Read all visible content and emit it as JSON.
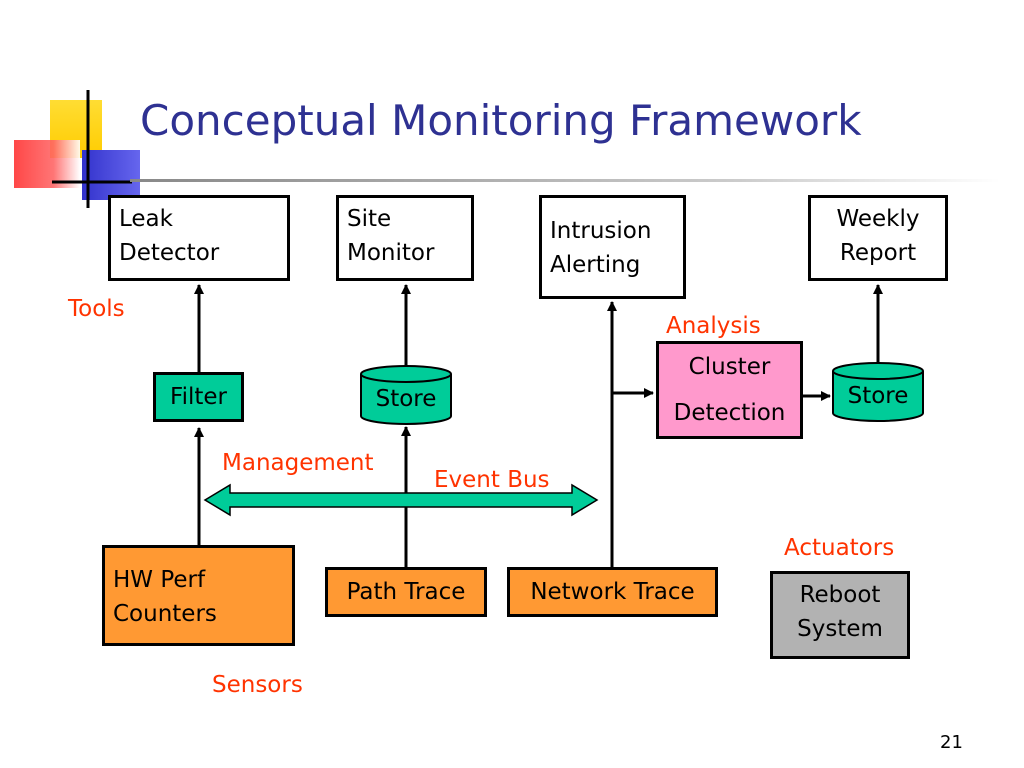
{
  "title": "Conceptual Monitoring Framework",
  "slide_number": "21",
  "tools": {
    "leak_detector": [
      "Leak",
      "Detector"
    ],
    "site_monitor": [
      "Site",
      "Monitor"
    ],
    "intrusion_alerting": [
      "Intrusion",
      "Alerting"
    ],
    "weekly_report": [
      "Weekly",
      "Report"
    ]
  },
  "management": {
    "filter": "Filter",
    "store_left": "Store",
    "cluster_detection": [
      "Cluster",
      "Detection"
    ],
    "store_right": "Store"
  },
  "sensors": {
    "hw_perf_counters": [
      "HW Perf",
      "Counters"
    ],
    "path_trace": "Path Trace",
    "network_trace": "Network Trace"
  },
  "actuators": {
    "reboot_system": [
      "Reboot",
      "System"
    ]
  },
  "labels": {
    "tools": "Tools",
    "analysis": "Analysis",
    "management": "Management",
    "event_bus": "Event Bus",
    "actuators": "Actuators",
    "sensors": "Sensors"
  },
  "colors": {
    "title": "#2E3192",
    "label": "#FF3300",
    "sensor_fill": "#FF9933",
    "store_fill": "#00CC99",
    "cluster_fill": "#FF99CC",
    "actuator_fill": "#B2B2B2",
    "bus_fill": "#00CC99",
    "accent_yellow": "#FFCC00",
    "accent_blue": "#3333CC",
    "accent_red": "#FF3333"
  }
}
